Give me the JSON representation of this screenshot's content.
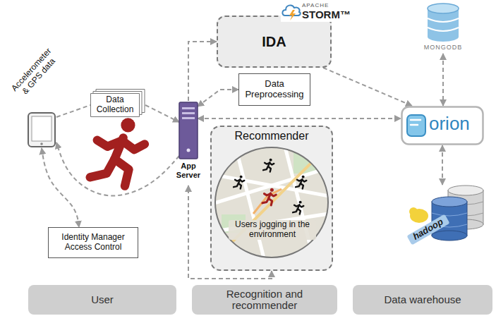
{
  "diagram": {
    "nodes": [
      {
        "text": [
          "Accelerometer & GPS data"
        ]
      },
      {
        "text": [
          "Data Collection"
        ]
      },
      {
        "text": [
          "App Server"
        ]
      },
      {
        "text": [
          "Identity Manager Access Control"
        ]
      },
      {
        "text": [
          "IDA"
        ]
      },
      {
        "text": [
          "Data Preprocessing"
        ]
      },
      {
        "text": [
          "Recommender"
        ]
      },
      {
        "text": [
          "Users jogging in the environment"
        ],
        "in": 6
      },
      {
        "text": [
          "MONGODB"
        ]
      },
      {
        "text": [
          "orion"
        ]
      },
      {
        "text": [
          "hadoop"
        ]
      },
      {
        "text": [
          "User"
        ]
      },
      {
        "text": [
          "Recognition and recommender"
        ]
      },
      {
        "text": [
          "Data warehouse"
        ]
      }
    ],
    "edges": [
      {
        "from": 0,
        "to": 1,
        "arrow": "none"
      },
      {
        "from": 1,
        "to": 2,
        "arrow": "to"
      },
      {
        "from": 2,
        "to": 0,
        "arrow": "to"
      },
      {
        "from": 0,
        "to": 3,
        "arrow": "both"
      },
      {
        "from": 2,
        "to": 4,
        "arrow": "to"
      },
      {
        "from": 2,
        "to": 5,
        "arrow": "both"
      },
      {
        "from": 2,
        "to": 9,
        "arrow": "both"
      },
      {
        "from": 4,
        "to": 9,
        "arrow": "to"
      },
      {
        "from": 6,
        "to": 2,
        "arrow": "both"
      },
      {
        "from": 8,
        "to": 9,
        "arrow": "both"
      },
      {
        "from": 9,
        "to": 10,
        "arrow": "both"
      }
    ],
    "labels": [
      "APACHE",
      "STORM™"
    ]
  }
}
